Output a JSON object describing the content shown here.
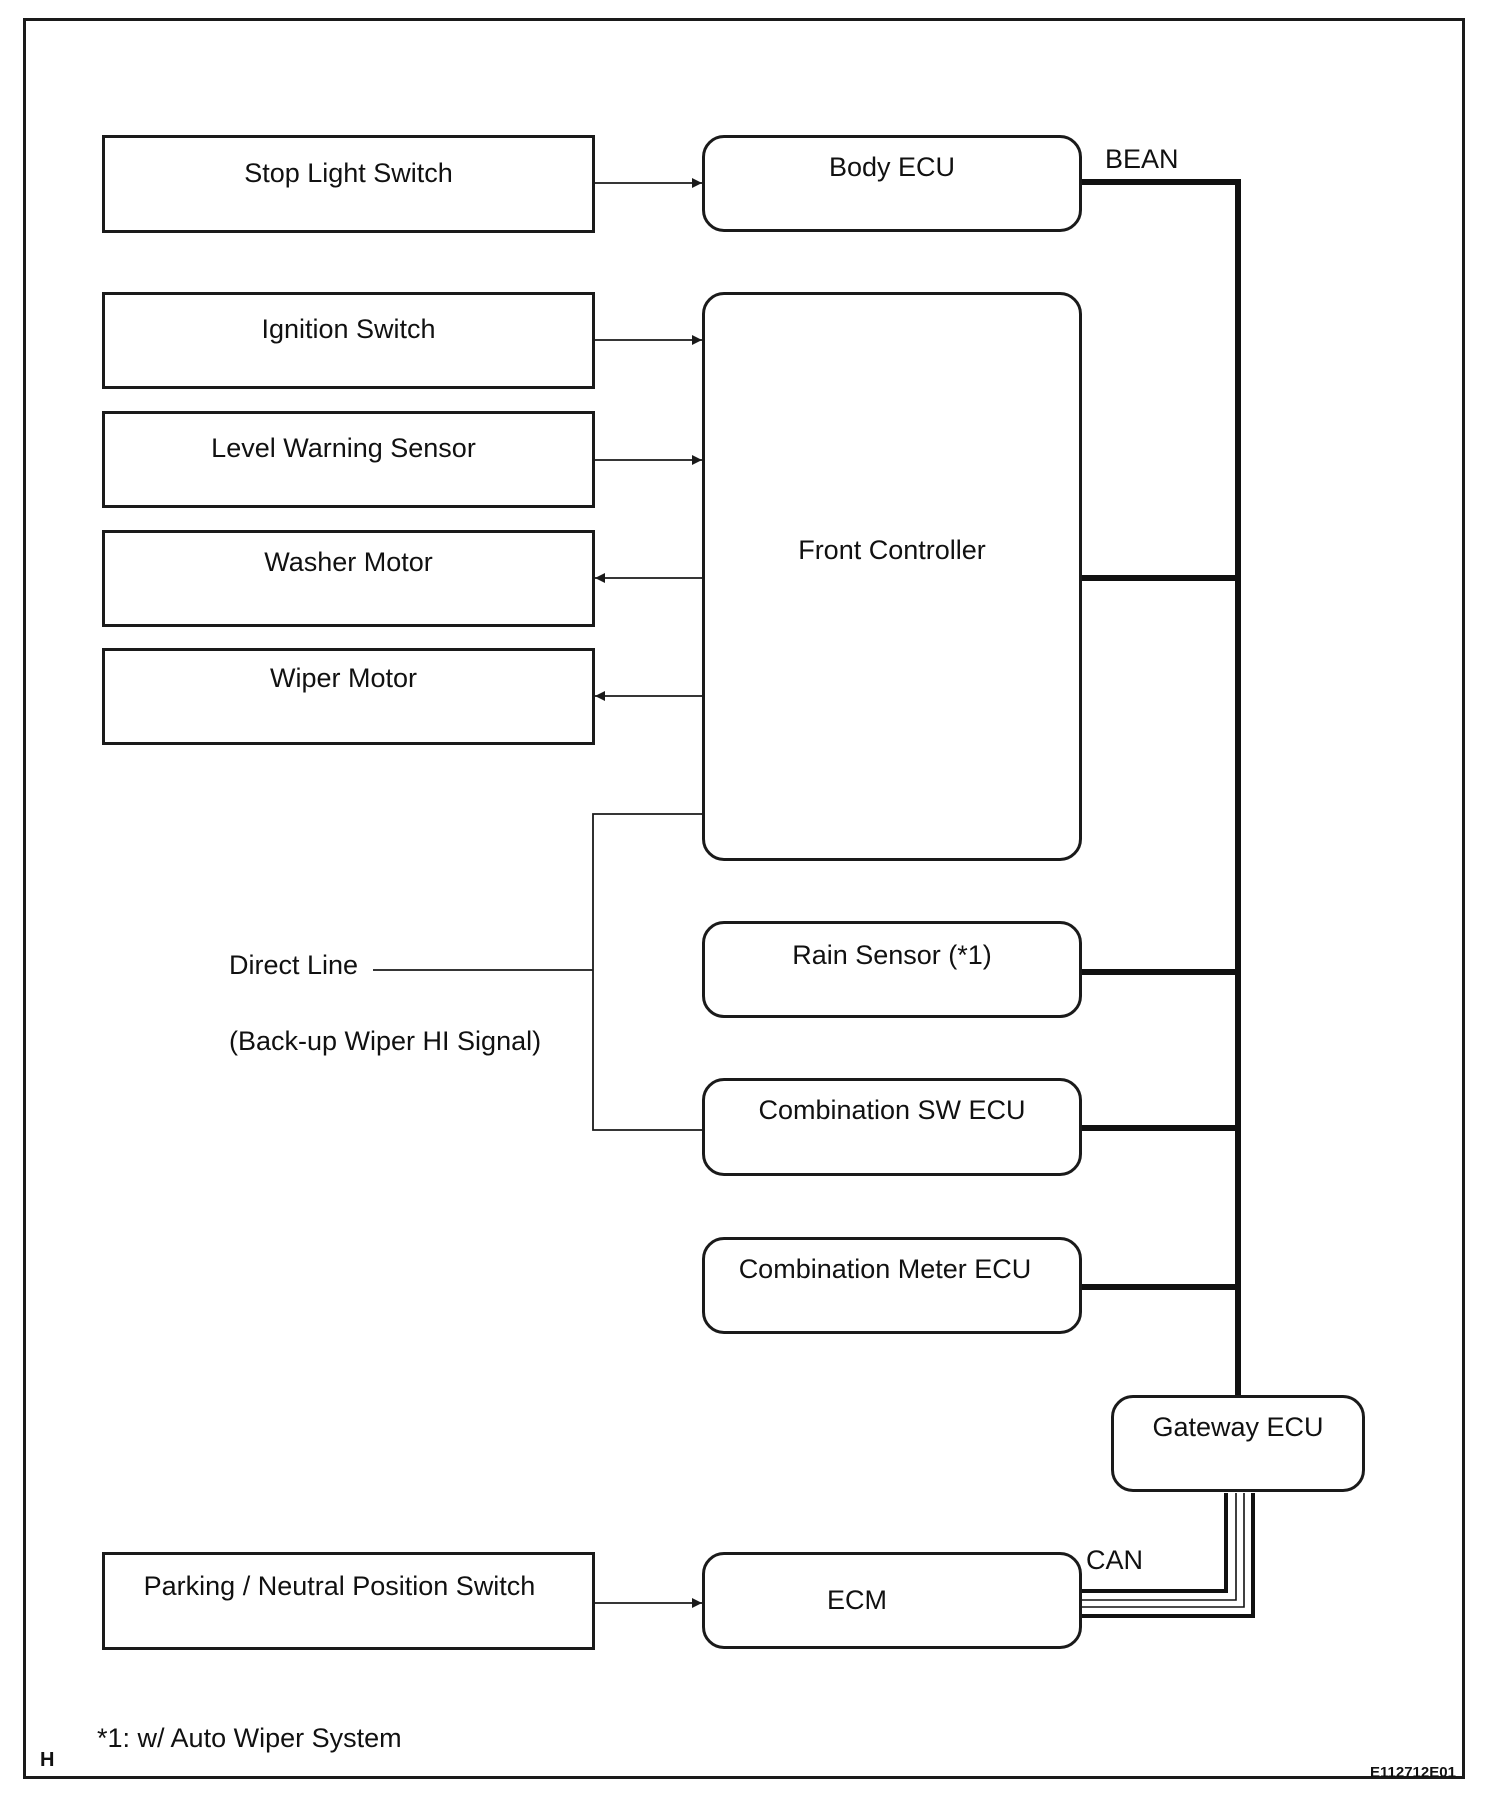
{
  "inputs": {
    "stop_light_switch": "Stop Light Switch",
    "ignition_switch": "Ignition Switch",
    "level_warning_sensor": "Level Warning Sensor",
    "washer_motor": "Washer Motor",
    "wiper_motor": "Wiper Motor",
    "parking_neutral_switch": "Parking / Neutral Position Switch"
  },
  "ecus": {
    "body_ecu": "Body ECU",
    "front_controller": "Front Controller",
    "rain_sensor": "Rain Sensor (*1)",
    "combination_sw_ecu": "Combination SW ECU",
    "combination_meter_ecu": "Combination Meter ECU",
    "gateway_ecu": "Gateway ECU",
    "ecm": "ECM"
  },
  "buses": {
    "bean": "BEAN",
    "can": "CAN"
  },
  "direct_line": {
    "label": "Direct Line",
    "note": "(Back-up Wiper HI Signal)"
  },
  "footnote": "*1: w/ Auto Wiper System",
  "corner_letter": "H",
  "figure_code": "E112712E01"
}
